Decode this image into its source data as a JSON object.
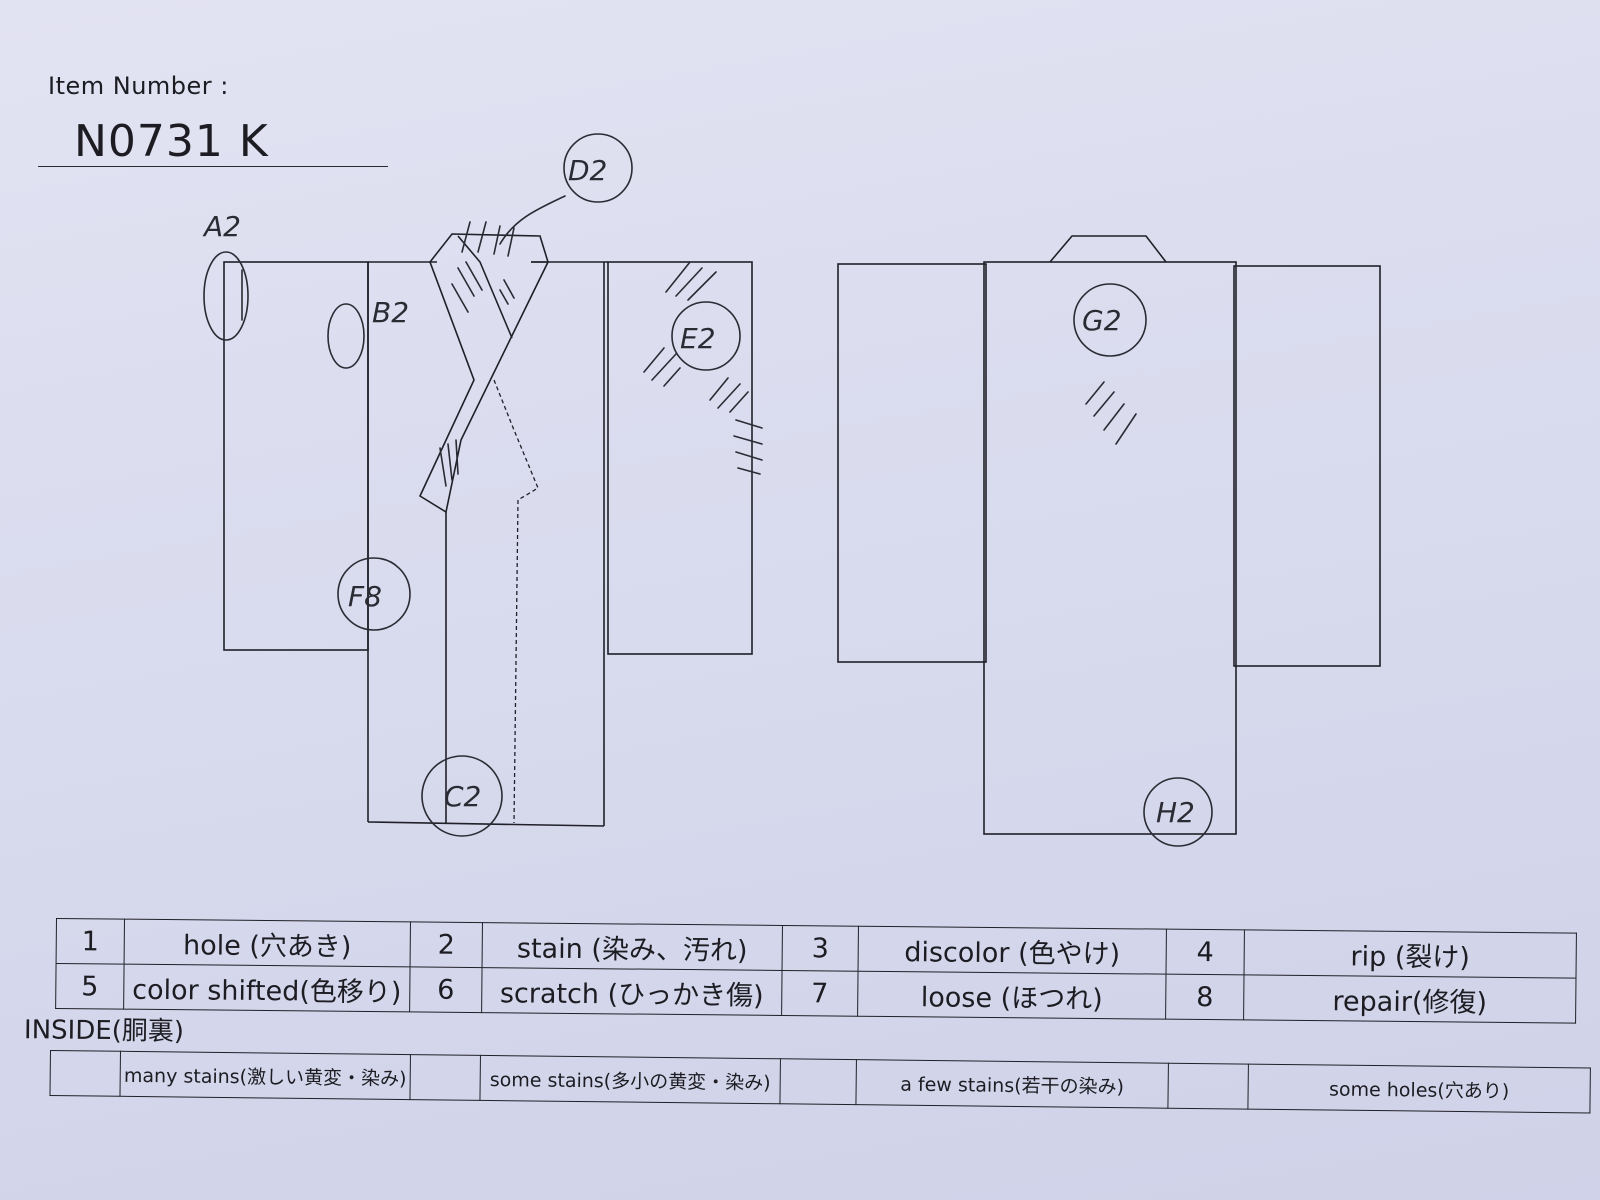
{
  "header": {
    "item_number_label": "Item Number :",
    "item_number_value": "N0731   K"
  },
  "annotations": {
    "a2": "A2",
    "b2": "B2",
    "c2": "C2",
    "d2": "D2",
    "e2": "E2",
    "f8": "F8",
    "g2": "G2",
    "h2": "H2"
  },
  "legend": {
    "rows": [
      [
        {
          "code": "1",
          "label": "hole (穴あき)"
        },
        {
          "code": "2",
          "label": "stain (染み、汚れ)"
        },
        {
          "code": "3",
          "label": "discolor (色やけ)"
        },
        {
          "code": "4",
          "label": "rip (裂け)"
        }
      ],
      [
        {
          "code": "5",
          "label": "color shifted(色移り)"
        },
        {
          "code": "6",
          "label": "scratch (ひっかき傷)"
        },
        {
          "code": "7",
          "label": "loose (ほつれ)"
        },
        {
          "code": "8",
          "label": "repair(修復)"
        }
      ]
    ]
  },
  "inside": {
    "label": "INSIDE(胴裏)",
    "options": [
      {
        "box": "",
        "label": "many stains(激しい黄変・染み)"
      },
      {
        "box": "",
        "label": "some stains(多小の黄変・染み)"
      },
      {
        "box": "",
        "label": "a few stains(若干の染み)"
      },
      {
        "box": "",
        "label": "some holes(穴あり)"
      }
    ]
  },
  "colors": {
    "paper": "#dcdef0",
    "ink": "#202028"
  }
}
